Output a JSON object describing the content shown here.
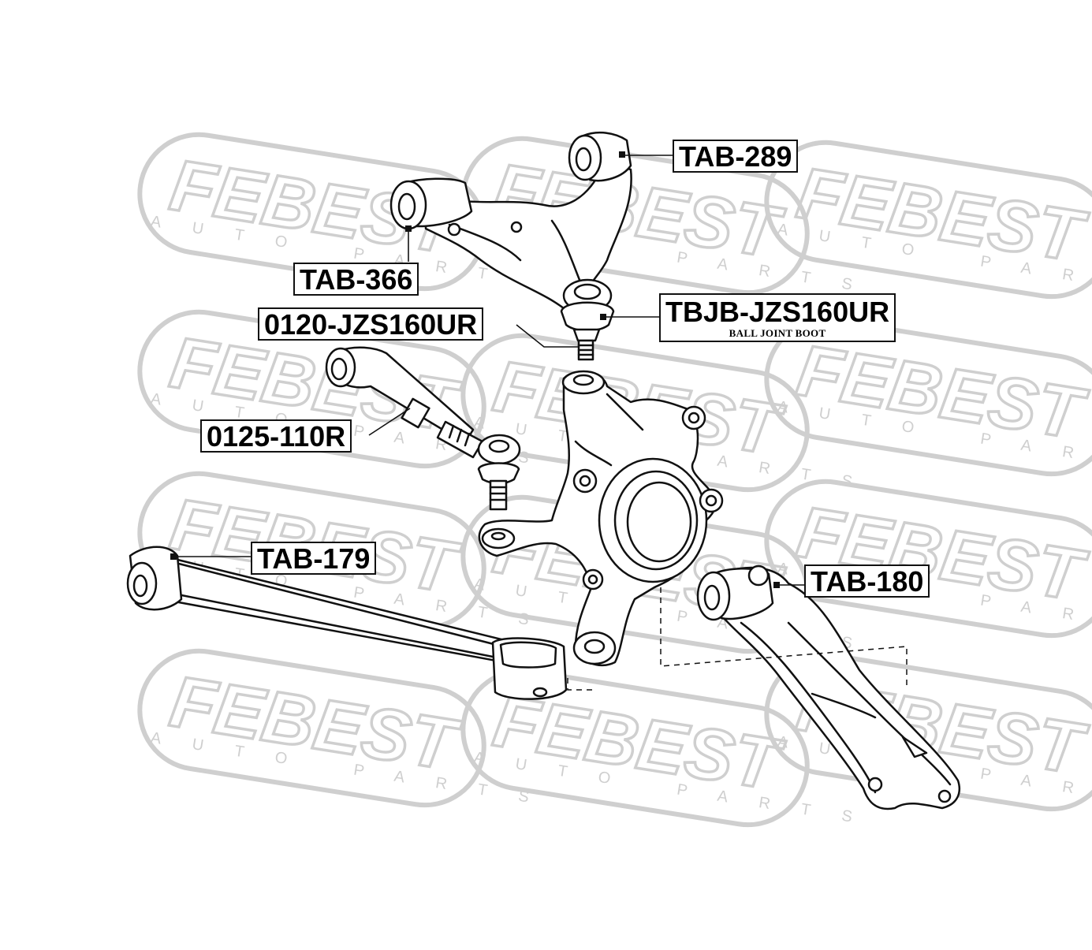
{
  "watermark": {
    "brand": "FEBEST",
    "tagline": "AUTO PARTS",
    "color": "#cfcfcf"
  },
  "parts": {
    "tab_289": "TAB-289",
    "tab_366": "TAB-366",
    "tbjb": "TBJB-JZS160UR",
    "tbjb_sub": "BALL JOINT BOOT",
    "p0120": "0120-JZS160UR",
    "p0125": "0125-110R",
    "tab_179": "TAB-179",
    "tab_180": "TAB-180"
  },
  "colors": {
    "line": "#111111",
    "background": "#ffffff"
  }
}
